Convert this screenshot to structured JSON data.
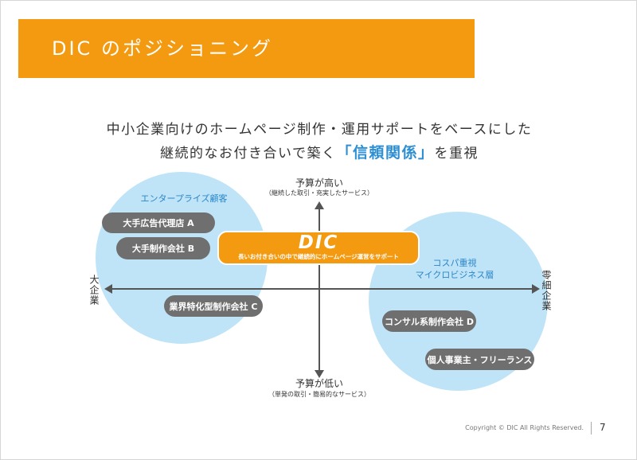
{
  "header": {
    "title": "DIC のポジショニング",
    "bar_color": "#f39a10"
  },
  "lead": {
    "line1": "中小企業向けのホームページ制作・運用サポートをベースにした",
    "line2_prefix": "継続的なお付き合いで築く",
    "line2_highlight": "「信頼関係」",
    "line2_suffix": "を重視",
    "highlight_color": "#2f8fd3"
  },
  "axes": {
    "top": "予算が高い",
    "top_sub": "（継続した取引・充実したサービス）",
    "bottom": "予算が低い",
    "bottom_sub": "（単発の取引・簡易的なサービス）",
    "left": "大企業",
    "right": "零細企業"
  },
  "segments": {
    "enterprise": "エンタープライズ顧客",
    "cospa_line1": "コスパ重視",
    "cospa_line2": "マイクロビジネス層",
    "circle_color": "#bfe4f7"
  },
  "competitors": {
    "a": "大手広告代理店 A",
    "b": "大手制作会社 B",
    "c": "業界特化型制作会社 C",
    "d": "コンサル系制作会社 D",
    "e": "個人事業主・フリーランス"
  },
  "dic": {
    "logo": "DIC",
    "tagline": "長いお付き合いの中で継続的にホームページ運営をサポート",
    "color": "#f39a10"
  },
  "footer": {
    "copyright": "Copyright © DIC All Rights Reserved.",
    "page": "7"
  }
}
